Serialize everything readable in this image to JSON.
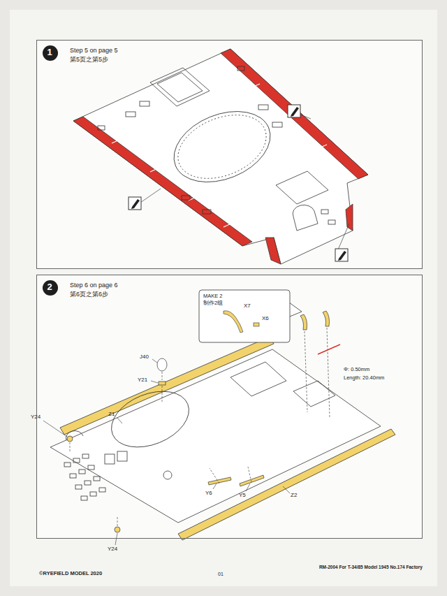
{
  "diagram": {
    "nodes": [
      {
        "text": [
          "Step 5 on page 5",
          "第5页之第5步"
        ]
      },
      {
        "text": [
          "1"
        ],
        "in": 0
      },
      {
        "text": [
          "Step 6 on page 6",
          "第6页之第6步"
        ]
      },
      {
        "text": [
          "2"
        ],
        "in": 2
      },
      {
        "text": [
          "MAKE 2",
          "制作2组",
          "X7",
          "X6"
        ],
        "in": 2
      }
    ],
    "labels": [
      "J40",
      "Y21",
      "Y24",
      "Z1",
      "Y24",
      "Y6",
      "Y5",
      "Z2",
      "Φ: 0.50mm",
      "Length: 20.40mm",
      "©RYEFIELD MODEL 2020",
      "RM-2004 For T-34/85 Model 1945 No.174 Factory",
      "01"
    ]
  }
}
